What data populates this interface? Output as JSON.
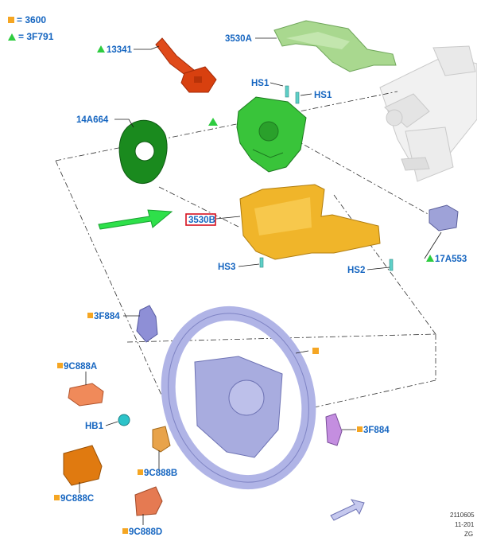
{
  "legend": {
    "square_value": "3600",
    "triangle_value": "3F791"
  },
  "labels": {
    "p13341": "13341",
    "p3530A": "3530A",
    "hs1_left": "HS1",
    "hs1_right": "HS1",
    "p14A664": "14A664",
    "p3530B": "3530B",
    "hs3": "HS3",
    "hs2": "HS2",
    "p17A553": "17A553",
    "p3F884_top": "3F884",
    "p9C888A": "9C888A",
    "hb1": "HB1",
    "p3F884_right": "3F884",
    "p9C888B": "9C888B",
    "p9C888C": "9C888C",
    "p9C888D": "9C888D"
  },
  "footer": {
    "code": "2110605",
    "date": "11-201",
    "ref": "ZG"
  },
  "colors": {
    "label_blue": "#1565c0",
    "legend_square": "#f5a623",
    "legend_triangle": "#2ecc40",
    "highlight_box": "#d6101f"
  }
}
